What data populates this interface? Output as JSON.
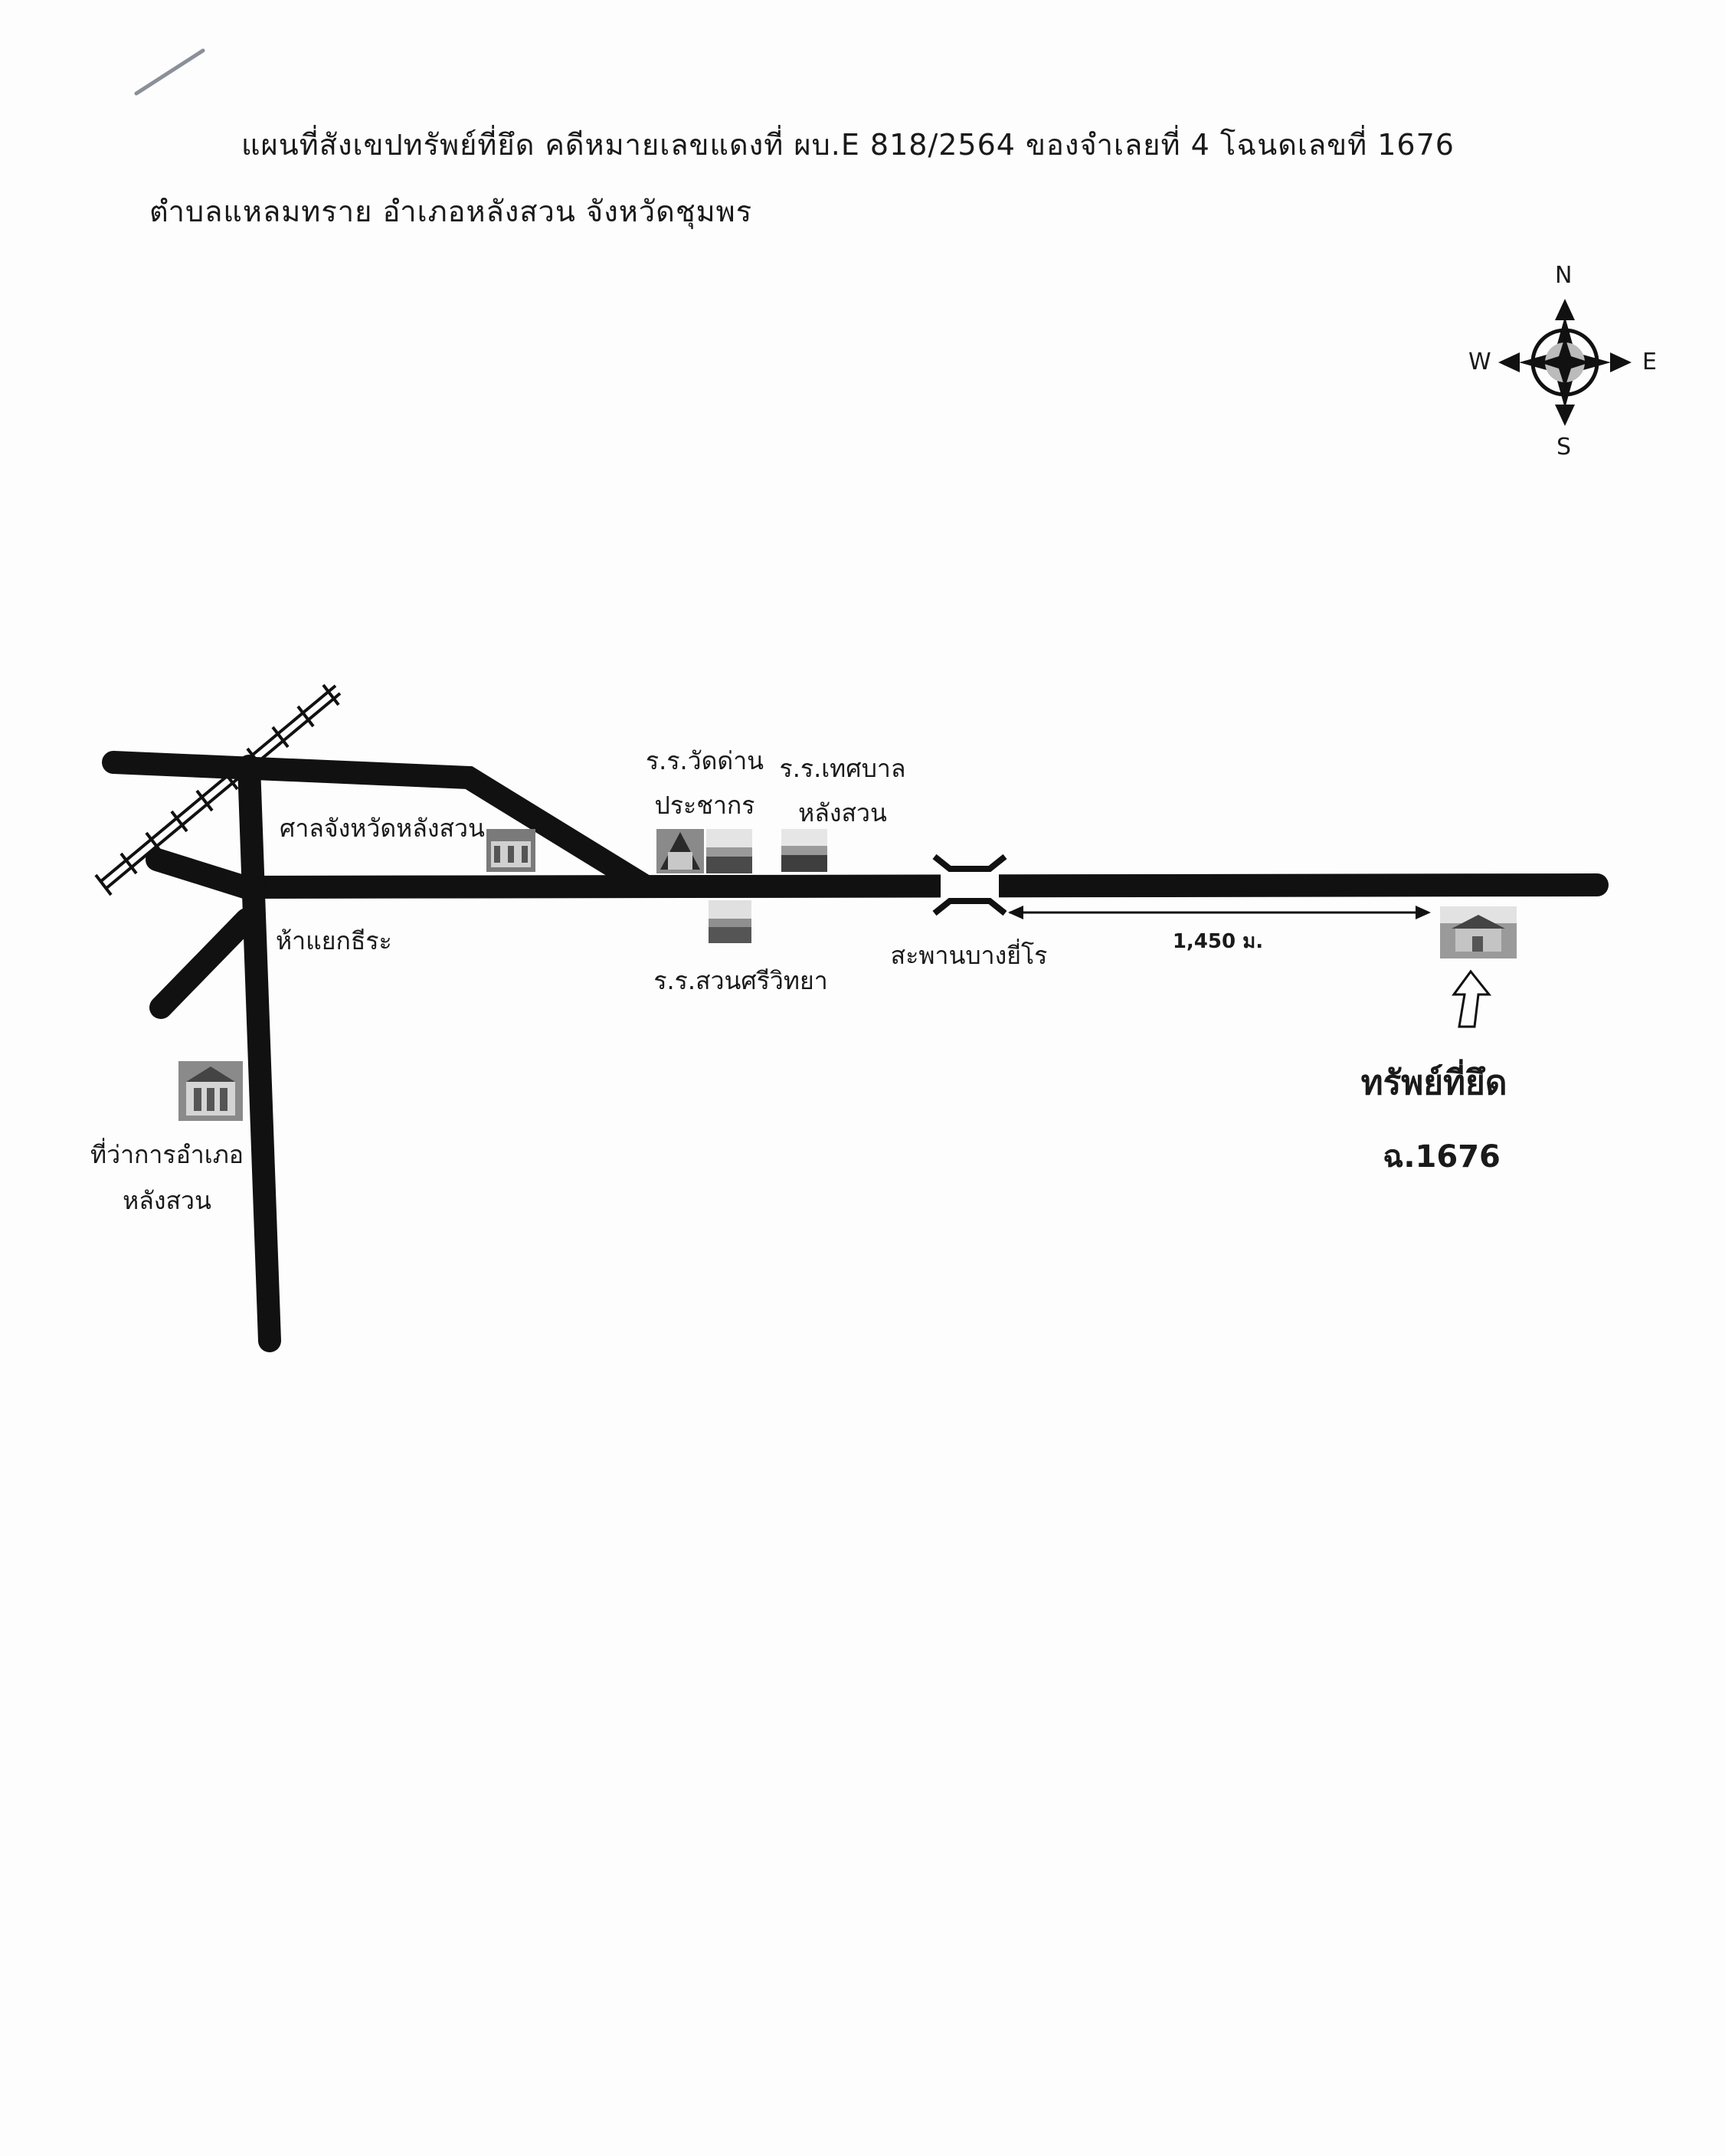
{
  "header": {
    "line1": "แผนที่สังเขปทรัพย์ที่ยึด คดีหมายเลขแดงที่ ผบ.E 818/2564 ของจำเลยที่ 4 โฉนดเลขที่ 1676",
    "line2": "ตำบลแหลมทราย อำเภอหลังสวน จังหวัดชุมพร"
  },
  "compass": {
    "north": "N",
    "south": "S",
    "east": "E",
    "west": "W"
  },
  "places": {
    "court": "ศาลจังหวัดหลังสวน",
    "intersection": "ห้าแยกธีระ",
    "district_office_1": "ที่ว่าการอำเภอ",
    "district_office_2": "หลังสวน",
    "school_watdan_1": "ร.ร.วัดด่าน",
    "school_watdan_2": "ประชากร",
    "school_municipal_1": "ร.ร.เทศบาล",
    "school_municipal_2": "หลังสวน",
    "school_suansri": "ร.ร.สวนศรีวิทยา",
    "bridge": "สะพานบางยี่โร",
    "distance": "1,450 ม.",
    "property_label": "ทรัพย์ที่ยึด",
    "deed": "ฉ.1676"
  },
  "colors": {
    "road": "#111111",
    "ink": "#1a1a1a",
    "photo": "#7a7a7a"
  }
}
